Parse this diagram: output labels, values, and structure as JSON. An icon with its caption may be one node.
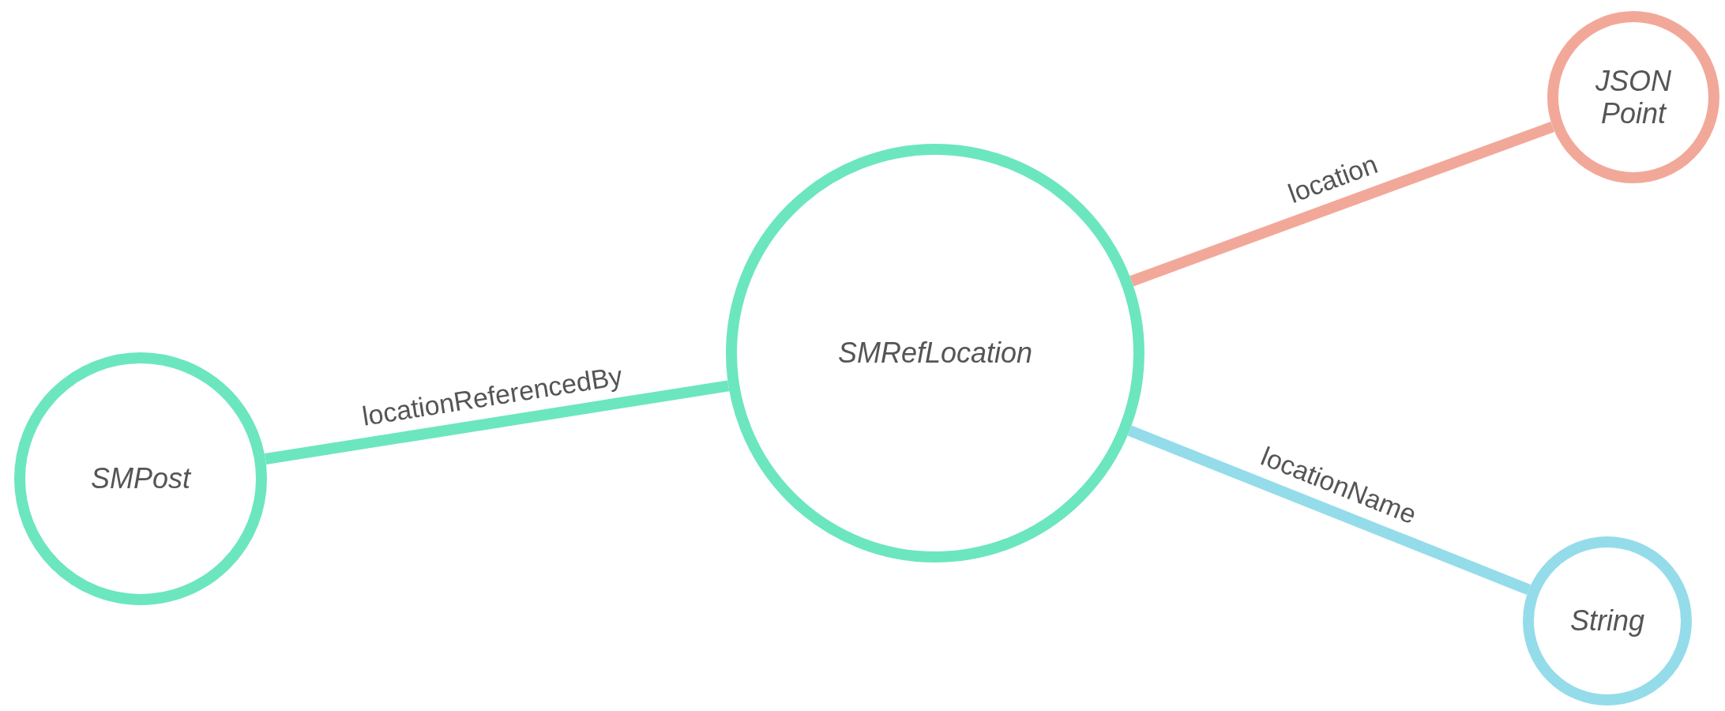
{
  "diagram": {
    "nodes": [
      {
        "text": [
          "SMPost"
        ]
      },
      {
        "text": [
          "SMRefLocation"
        ]
      },
      {
        "text": [
          "JSON Point"
        ]
      },
      {
        "text": [
          "String"
        ]
      }
    ],
    "edges": [
      {
        "from": 0,
        "to": 1,
        "arrow": "none",
        "label": "locationReferencedBy",
        "color": "#6ce6bf"
      },
      {
        "from": 1,
        "to": 2,
        "arrow": "none",
        "label": "location",
        "color": "#f2a899"
      },
      {
        "from": 1,
        "to": 3,
        "arrow": "none",
        "label": "locationName",
        "color": "#94dcea"
      }
    ]
  }
}
